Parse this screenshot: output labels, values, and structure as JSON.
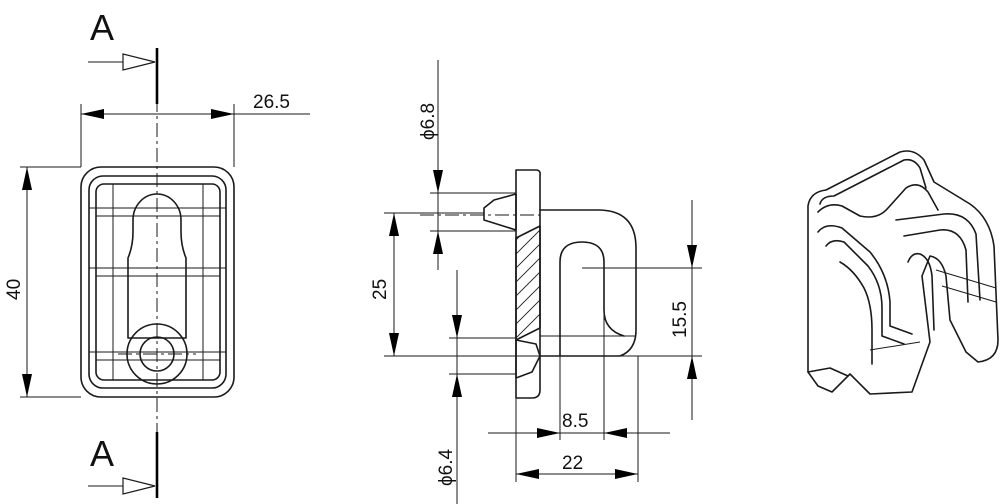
{
  "section_marker": {
    "top": "A",
    "bottom": "A"
  },
  "front_view": {
    "width_label": "26.5",
    "height_label": "40"
  },
  "side_view": {
    "dia_top_label": "ϕ6.8",
    "dia_bottom_label": "ϕ6.4",
    "height_label": "25",
    "slot_label": "15.5",
    "slot_width_label": "8.5",
    "depth_label": "22"
  },
  "iso_view": {}
}
